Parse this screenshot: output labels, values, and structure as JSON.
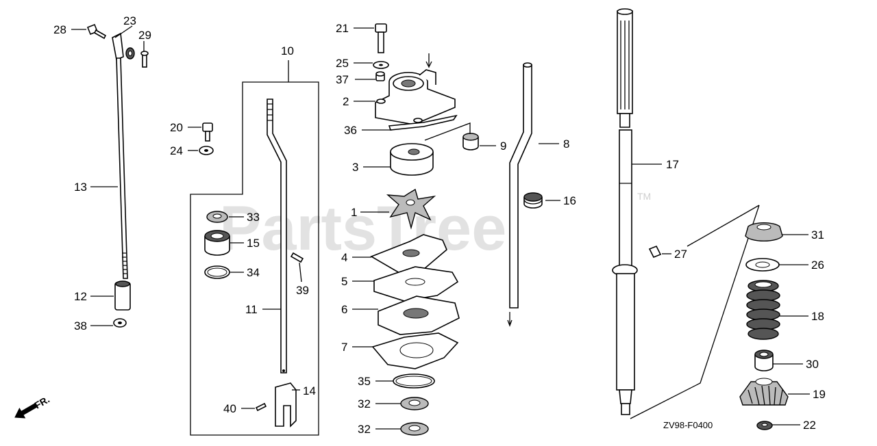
{
  "diagram_code": "ZV98-F0400",
  "direction_label": "FR.",
  "watermark": "PartsTree",
  "watermark_tm": "TM",
  "callouts": {
    "c1": "1",
    "c2": "2",
    "c3": "3",
    "c4": "4",
    "c5": "5",
    "c6": "6",
    "c7": "7",
    "c8": "8",
    "c9": "9",
    "c10": "10",
    "c11": "11",
    "c12": "12",
    "c13": "13",
    "c14": "14",
    "c15": "15",
    "c16": "16",
    "c17": "17",
    "c18": "18",
    "c19": "19",
    "c20": "20",
    "c21": "21",
    "c22": "22",
    "c23": "23",
    "c24": "24",
    "c25": "25",
    "c26": "26",
    "c27": "27",
    "c28": "28",
    "c29": "29",
    "c30": "30",
    "c31": "31",
    "c32a": "32",
    "c32b": "32",
    "c33": "33",
    "c34": "34",
    "c35": "35",
    "c36": "36",
    "c37": "37",
    "c38": "38",
    "c39": "39",
    "c40": "40"
  }
}
